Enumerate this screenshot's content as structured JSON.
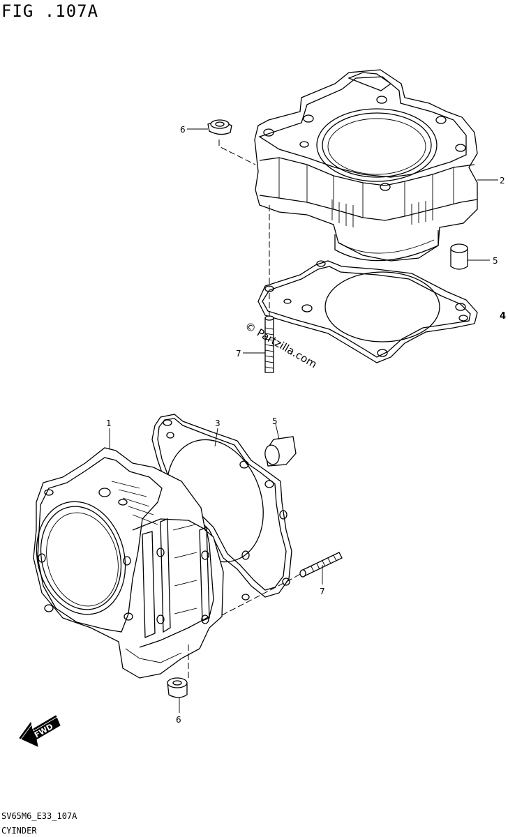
{
  "header": {
    "figure_title": "FIG .107A"
  },
  "footer": {
    "model_code": "SV65M6_E33_107A",
    "section_name": "CYINDER"
  },
  "watermark": "© Partzilla.com",
  "fwd_label": "FWD",
  "callouts": {
    "top_nut_6": "6",
    "top_cylinder_2": "2",
    "top_dowel_5": "5",
    "top_gasket_4": "4",
    "top_stud_7": "7",
    "bottom_cylinder_1": "1",
    "bottom_gasket_3": "3",
    "bottom_dowel_5": "5",
    "bottom_stud_7": "7",
    "bottom_nut_6": "6"
  }
}
